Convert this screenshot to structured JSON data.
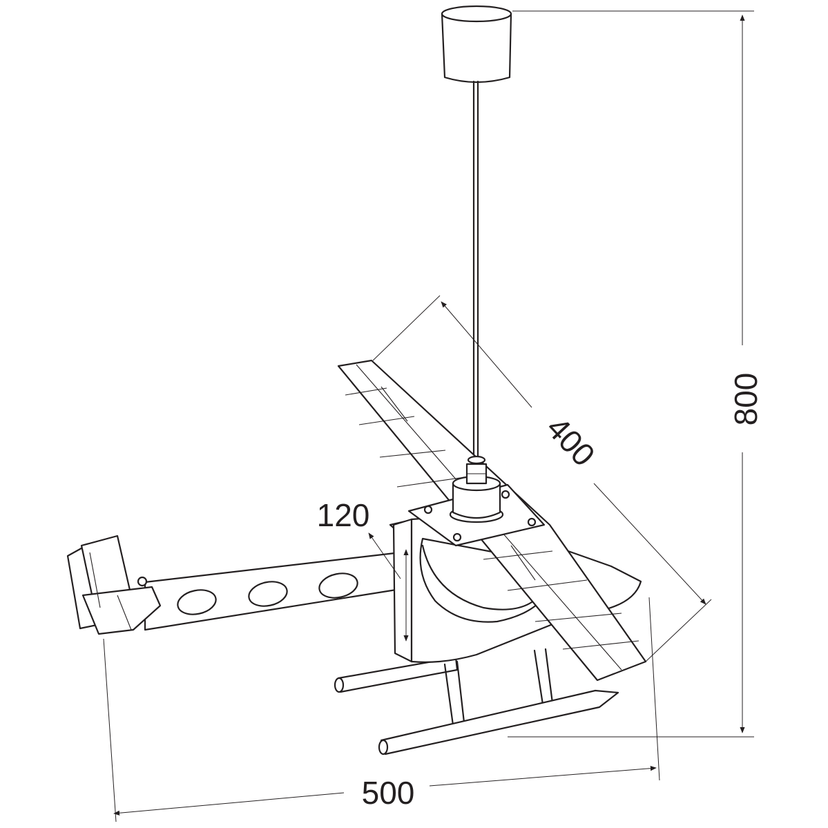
{
  "dimensions": {
    "height_label": "800",
    "width_label": "500",
    "wingspan_label": "400",
    "depth_label": "120"
  }
}
